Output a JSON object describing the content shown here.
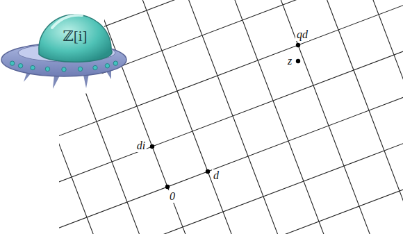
{
  "diagram": {
    "labels": [
      "ℤ[i]",
      "qd",
      "z",
      "di",
      "d",
      "0"
    ]
  }
}
